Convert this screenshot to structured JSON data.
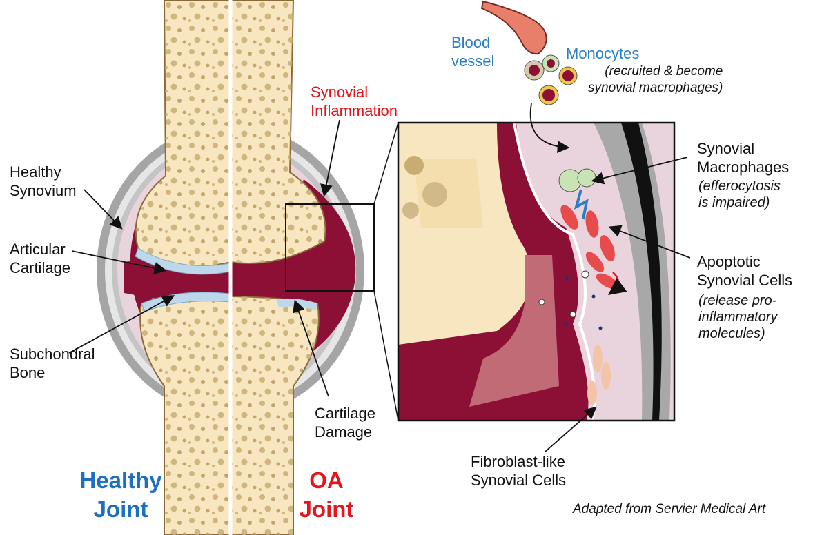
{
  "labels": {
    "healthy_synovium": "Healthy\nSynovium",
    "articular_cartilage": "Articular\nCartilage",
    "subchondral_bone": "Subchondral\nBone",
    "synovial_inflammation": "Synovial\nInflammation",
    "cartilage_damage": "Cartilage\nDamage",
    "blood_vessel": "Blood\nvessel",
    "monocytes": "Monocytes",
    "monocytes_note": "(recruited & become\nsynovial macrophages)",
    "synovial_macrophages": "Synovial\nMacrophages",
    "synovial_macrophages_note": "(efferocytosis\nis impaired)",
    "apoptotic_cells": "Apoptotic\nSynovial Cells",
    "apoptotic_cells_note": "(release pro-\ninflammatory\nmolecules)",
    "fibroblast_cells": "Fibroblast-like\nSynovial Cells",
    "healthy_joint": "Healthy\nJoint",
    "oa_joint": "OA\nJoint",
    "credit": "Adapted from Servier Medical Art"
  },
  "colors": {
    "bone": "#f8e6c0",
    "bone_spot": "#c8ad72",
    "synovium_pink": "#e9d3dd",
    "inflamed_red": "#8c1035",
    "cartilage_blue": "#bcd8ea",
    "capsule_gray": "#9b9b9b",
    "label_blue": "#2a7ec4",
    "label_red": "#e8141c"
  }
}
